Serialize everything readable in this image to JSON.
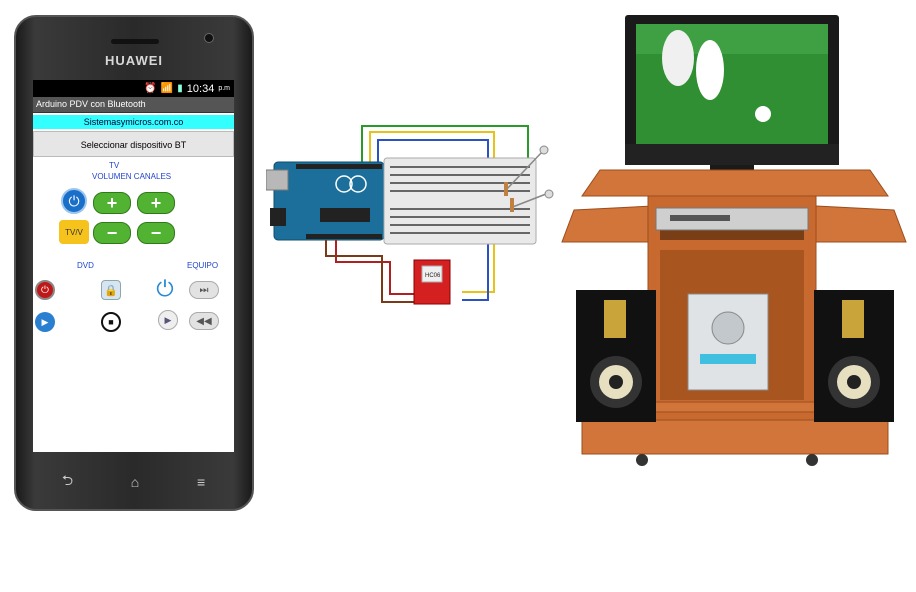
{
  "phone": {
    "brand": "HUAWEI",
    "status_time": "10:34",
    "status_suffix": "p.m",
    "app_title": "Arduino PDV con Bluetooth",
    "site": "Sistemasymicros.com.co",
    "select_button": "Seleccionar dispositivo BT",
    "tv_label": "TV",
    "volume_channels_label": "VOLUMEN CANALES",
    "tvav_label": "TV/V",
    "dvd_label": "DVD",
    "equipo_label": "EQUIPO",
    "nav": {
      "back": "⮌",
      "home": "⌂",
      "menu": "≡"
    }
  },
  "circuit": {
    "module_label": "HC06"
  },
  "icons": {
    "power": "⏻",
    "plus": "+",
    "minus": "−",
    "play": "▶",
    "stop": "■",
    "lock": "🔒",
    "next": "⏭",
    "rewind": "◀◀"
  },
  "colors": {
    "site_bar": "#33ffff",
    "green_button": "#52b332",
    "tvav_button": "#f6c21c",
    "furniture": "#d2753a"
  }
}
